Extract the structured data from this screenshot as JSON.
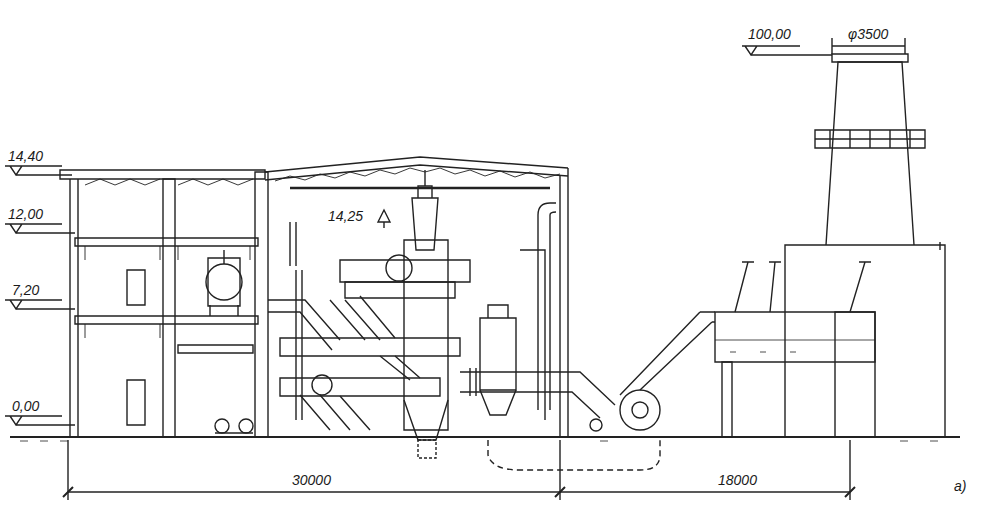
{
  "diagram": {
    "labels": [
      "14,40",
      "12,00",
      "7,20",
      "0,00",
      "14,25",
      "100,00",
      "φ3500",
      "30000",
      "18000",
      "а)"
    ]
  }
}
